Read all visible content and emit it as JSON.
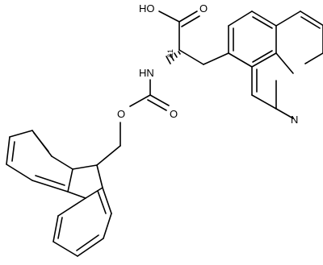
{
  "labels": {
    "hydroxyl": "HO",
    "carbonyl_oxygen_acid": "O",
    "stereo_descriptor": "&1",
    "amine": "HN",
    "ester_oxygen": "O",
    "carbonyl_oxygen_carbamate": "O",
    "ring_nitrogen": "N"
  },
  "colors": {
    "bond": "#000000",
    "text": "#000000",
    "background": "#ffffff"
  }
}
